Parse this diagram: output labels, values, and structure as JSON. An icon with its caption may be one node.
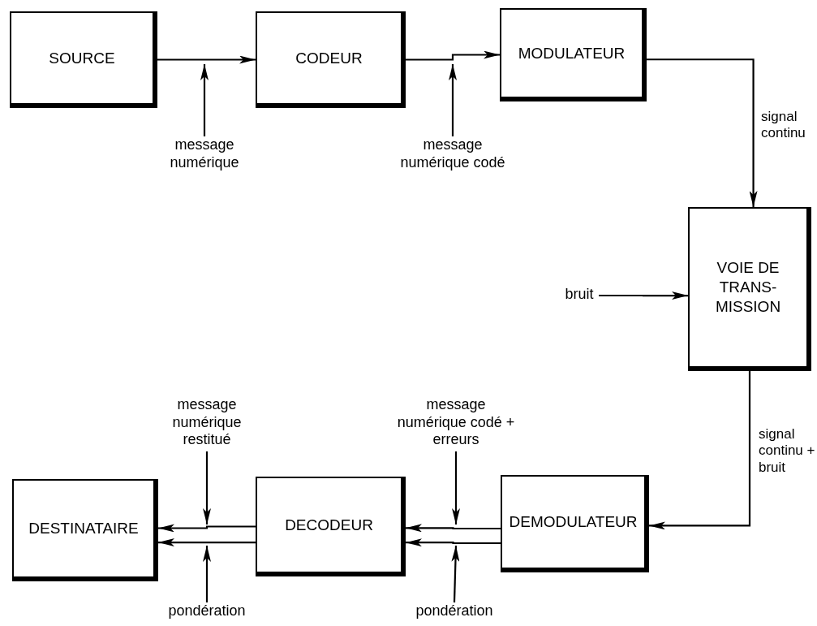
{
  "diagram": {
    "nodes": [
      {
        "text": [
          "SOURCE"
        ]
      },
      {
        "text": [
          "CODEUR"
        ]
      },
      {
        "text": [
          "MODULATEUR"
        ]
      },
      {
        "text": [
          "VOIE DE TRANS- MISSION"
        ]
      },
      {
        "text": [
          "DEMODULATEUR"
        ]
      },
      {
        "text": [
          "DECODEUR"
        ]
      },
      {
        "text": [
          "DESTINATAIRE"
        ]
      },
      {
        "text": [
          "message numérique"
        ]
      },
      {
        "text": [
          "message numérique codé"
        ]
      },
      {
        "text": [
          "bruit"
        ]
      },
      {
        "text": [
          "message numérique restitué"
        ]
      },
      {
        "text": [
          "pondération"
        ]
      },
      {
        "text": [
          "message numérique codé + erreurs"
        ]
      },
      {
        "text": [
          "pondération"
        ]
      }
    ],
    "edges": [
      {
        "from": 0,
        "to": 1,
        "arrow": "to"
      },
      {
        "from": 1,
        "to": 2,
        "arrow": "to"
      },
      {
        "from": 2,
        "to": 3,
        "arrow": "to",
        "label": "signal continu"
      },
      {
        "from": 9,
        "to": 3,
        "arrow": "to"
      },
      {
        "from": 3,
        "to": 4,
        "arrow": "to",
        "label": "signal continu + bruit"
      },
      {
        "from": 4,
        "to": 5,
        "arrow": "to"
      },
      {
        "from": 4,
        "to": 5,
        "arrow": "to"
      },
      {
        "from": 5,
        "to": 6,
        "arrow": "to"
      },
      {
        "from": 5,
        "to": 6,
        "arrow": "to"
      },
      {
        "from": 7,
        "to": null,
        "arrow": "to"
      },
      {
        "from": 8,
        "to": null,
        "arrow": "to"
      },
      {
        "from": 10,
        "to": null,
        "arrow": "to"
      },
      {
        "from": 11,
        "to": null,
        "arrow": "to"
      },
      {
        "from": 12,
        "to": null,
        "arrow": "to"
      },
      {
        "from": 13,
        "to": null,
        "arrow": "to"
      }
    ]
  }
}
